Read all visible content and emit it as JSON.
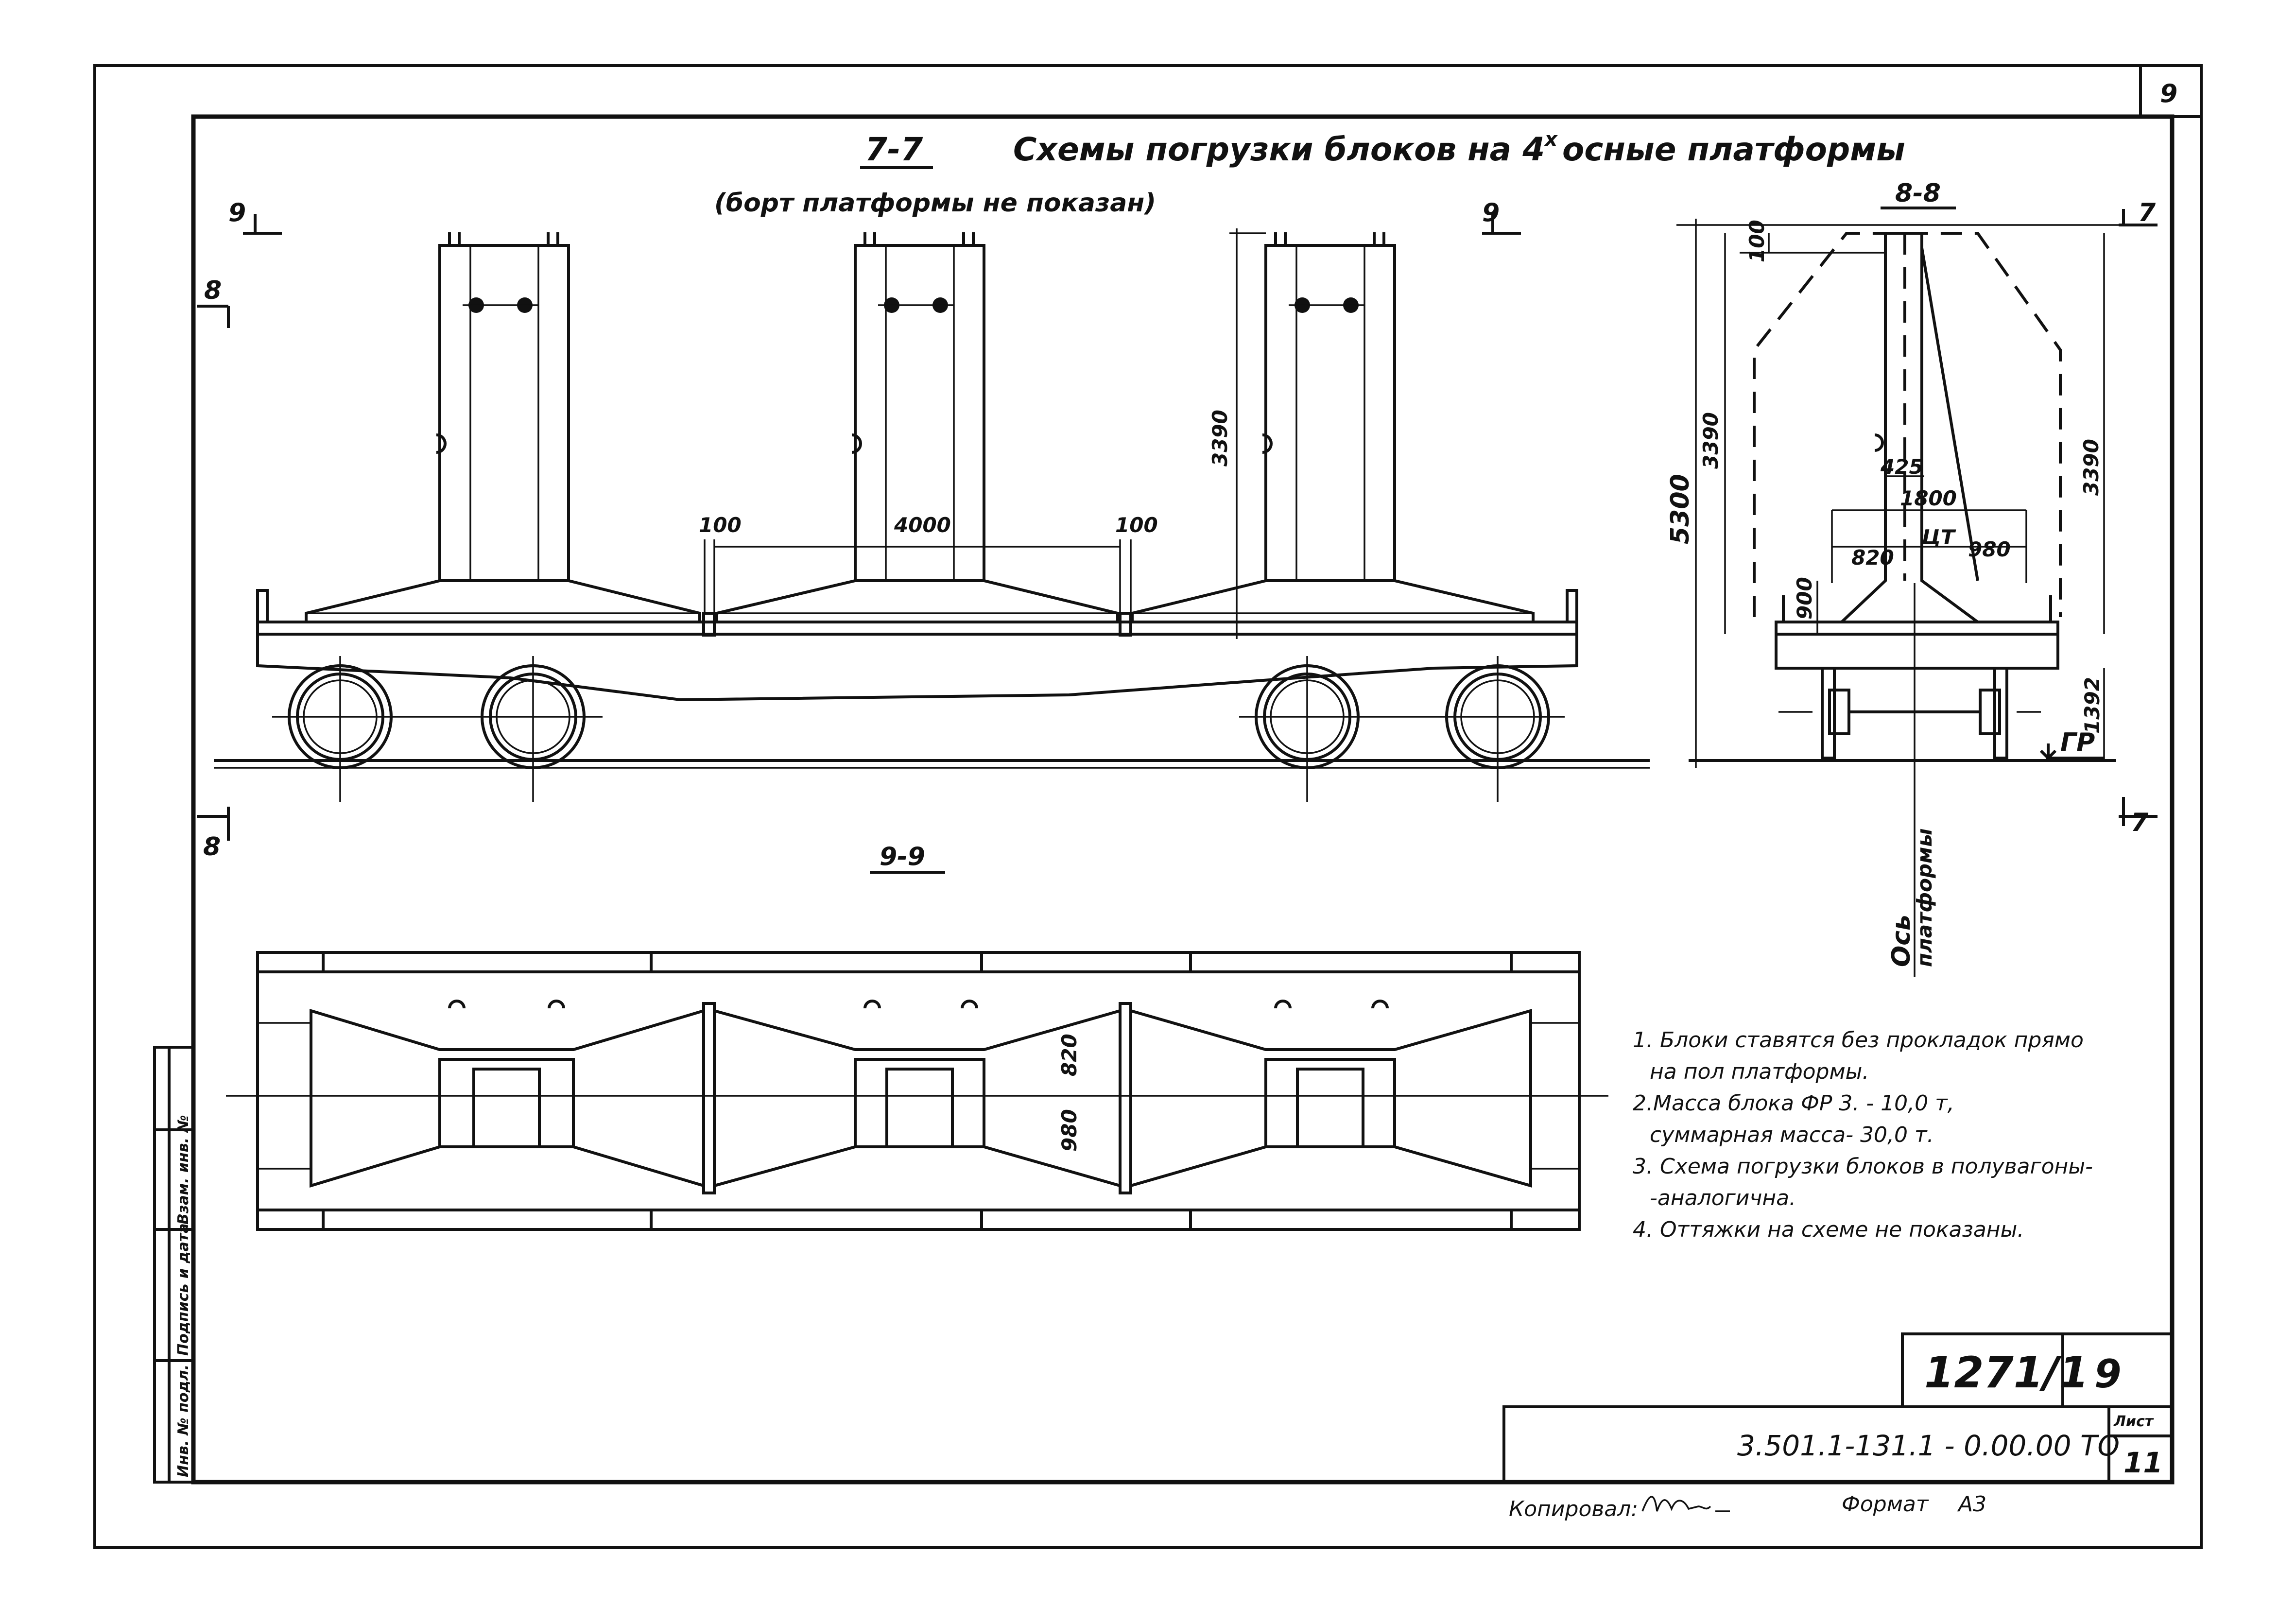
{
  "sheet_number_corner": "9",
  "title": {
    "section_mark": "7-7",
    "heading": "Схемы погрузки блоков на 4",
    "heading_sup": "х",
    "heading_tail": "осные платформы",
    "subtitle": "(борт платформы не показан)"
  },
  "side_view": {
    "cut_marks": {
      "left_9": "9",
      "right_9": "9",
      "top_8": "8",
      "bottom_8": "8"
    },
    "dims": {
      "gap_left": "100",
      "spacing": "4000",
      "gap_right": "100",
      "height": "3390"
    }
  },
  "end_view": {
    "section_label": "8-8",
    "cut_mark_7_top": "7",
    "cut_mark_7_bottom": "7",
    "dims": {
      "overall_height": "5300",
      "block_height_left": "3390",
      "block_height_right": "3390",
      "top_offset": "100",
      "d425": "425",
      "d1800": "1800",
      "d820": "820",
      "d980": "980",
      "d900": "900",
      "d1392": "1392",
      "cg": "ЦТ",
      "gr": "ГР"
    },
    "axis_label_1": "Ось",
    "axis_label_2": "платформы"
  },
  "plan_view": {
    "section_label": "9-9",
    "dims": {
      "upper": "820",
      "lower": "980"
    }
  },
  "notes": [
    "1. Блоки ставятся без прокладок прямо",
    "на пол платформы.",
    "2.Масса блока ФР 3. - 10,0 т,",
    "суммарная масса- 30,0 т.",
    "3. Схема погрузки блоков в полувагоны-",
    "-аналогична.",
    "4. Оттяжки на схеме не показаны."
  ],
  "stamp_labels": [
    "Инв. № подл.",
    "Подпись и дата",
    "Взам. инв. №"
  ],
  "title_block": {
    "project_number": "1271/1",
    "album_number": "9",
    "document_code": "3.501.1-131.1 - 0.00.00 ТО",
    "sheet_label": "Лист",
    "sheet_number": "11"
  },
  "footer": {
    "copied_label": "Копировал:",
    "format_label": "Формат",
    "format_value": "А3"
  }
}
